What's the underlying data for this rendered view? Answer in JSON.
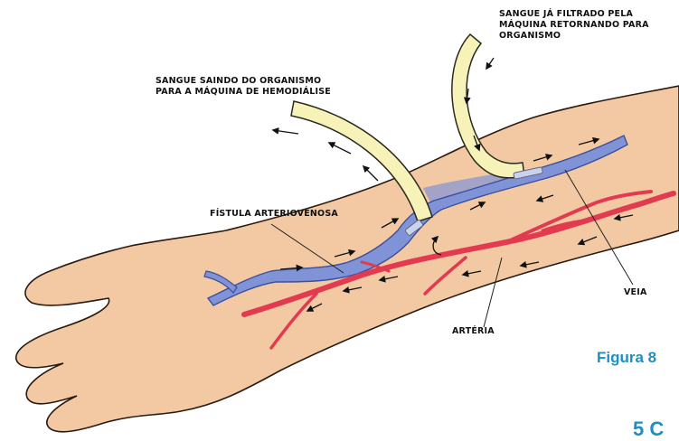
{
  "labels": {
    "blood_out": [
      "SANGUE SAINDO DO ORGANISMO",
      "PARA A MÁQUINA DE HEMODIÁLISE"
    ],
    "blood_in": [
      "SANGUE JÁ FILTRADO PELA",
      "MÁQUINA RETORNANDO PARA",
      "ORGANISMO"
    ],
    "fistula": "FÍSTULA ARTERIOVENOSA",
    "vein": "VEIA",
    "artery": "ARTÉRIA"
  },
  "figure_label": "Figura 8",
  "corner_mark": "5 C",
  "colors": {
    "skin": "#f3c9a4",
    "skin_outline": "#2a1a10",
    "vein": "#7f93d6",
    "vein_outline": "#3b4f9c",
    "artery": "#e23b50",
    "tube": "#f7f3b8",
    "tube_outline": "#2a2a20",
    "figure_text": "#1f8fbf"
  },
  "icons": [
    "flow-arrow-icon"
  ]
}
